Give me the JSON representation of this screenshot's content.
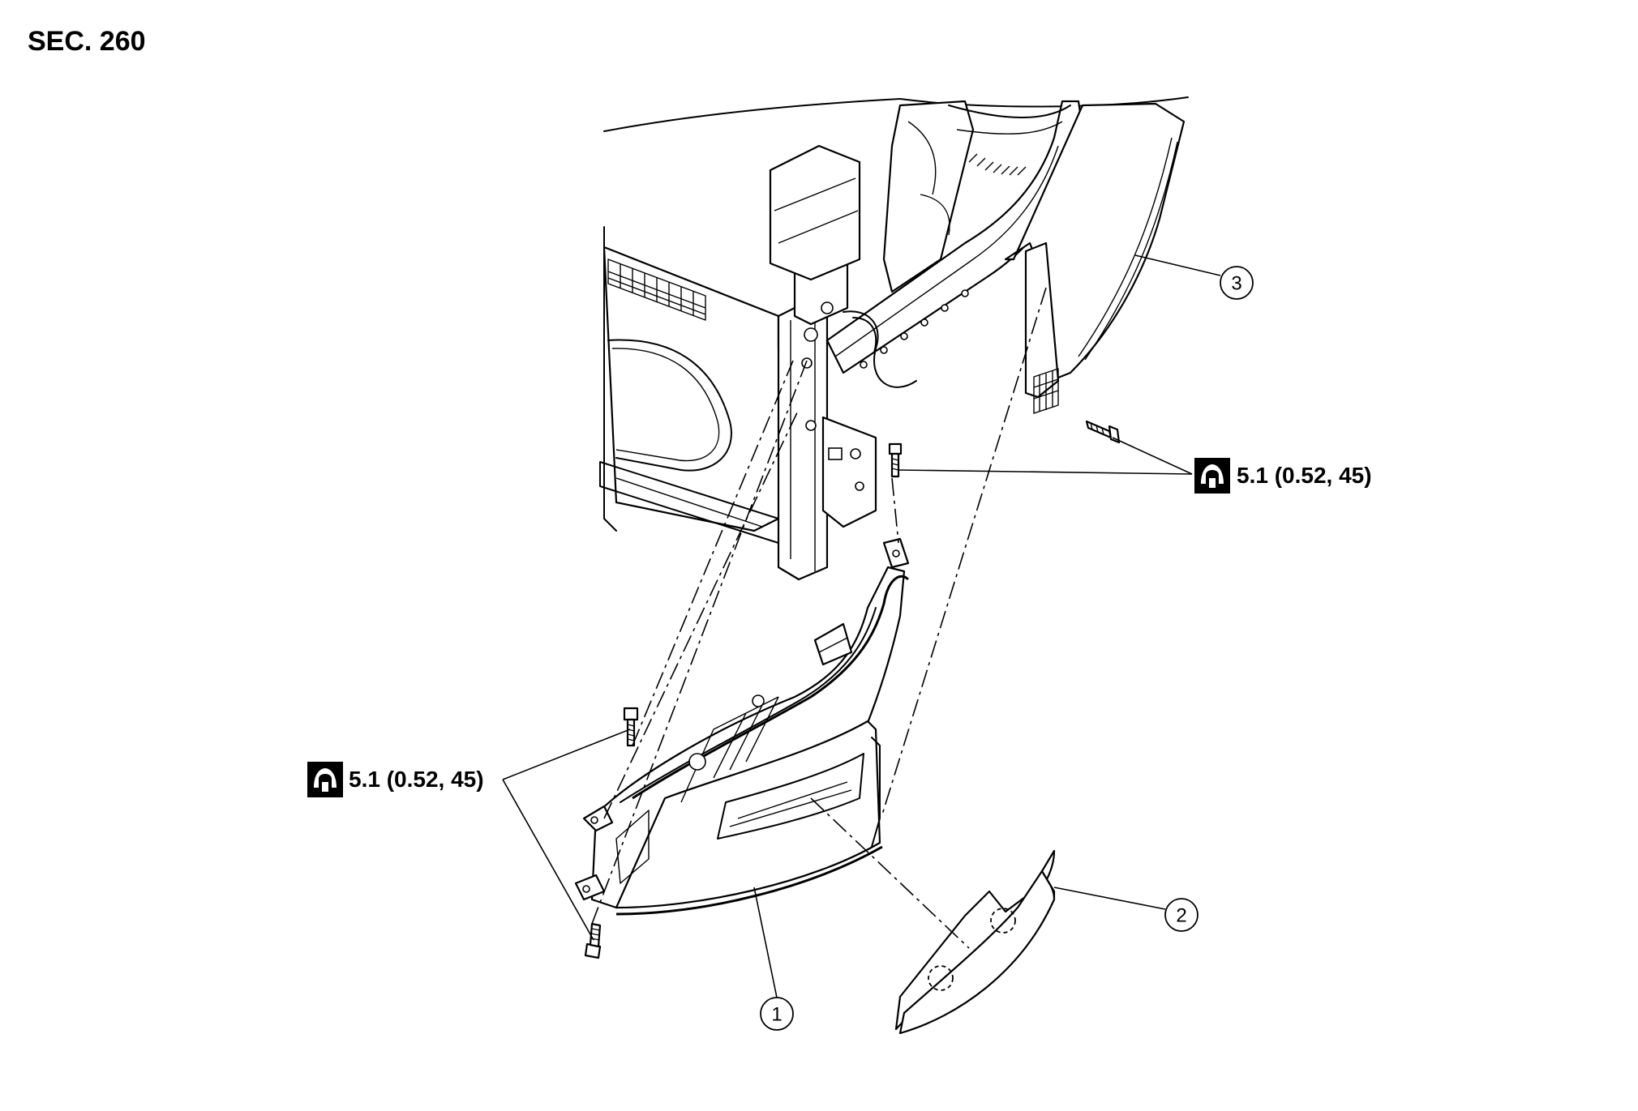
{
  "section": {
    "label": "SEC. 260"
  },
  "torque_specs": [
    {
      "value": "5.1 (0.52, 45)",
      "icon": "torque-wrench-icon"
    },
    {
      "value": "5.1 (0.52, 45)",
      "icon": "torque-wrench-icon"
    }
  ],
  "callouts": [
    {
      "number": "1"
    },
    {
      "number": "2"
    },
    {
      "number": "3"
    }
  ]
}
